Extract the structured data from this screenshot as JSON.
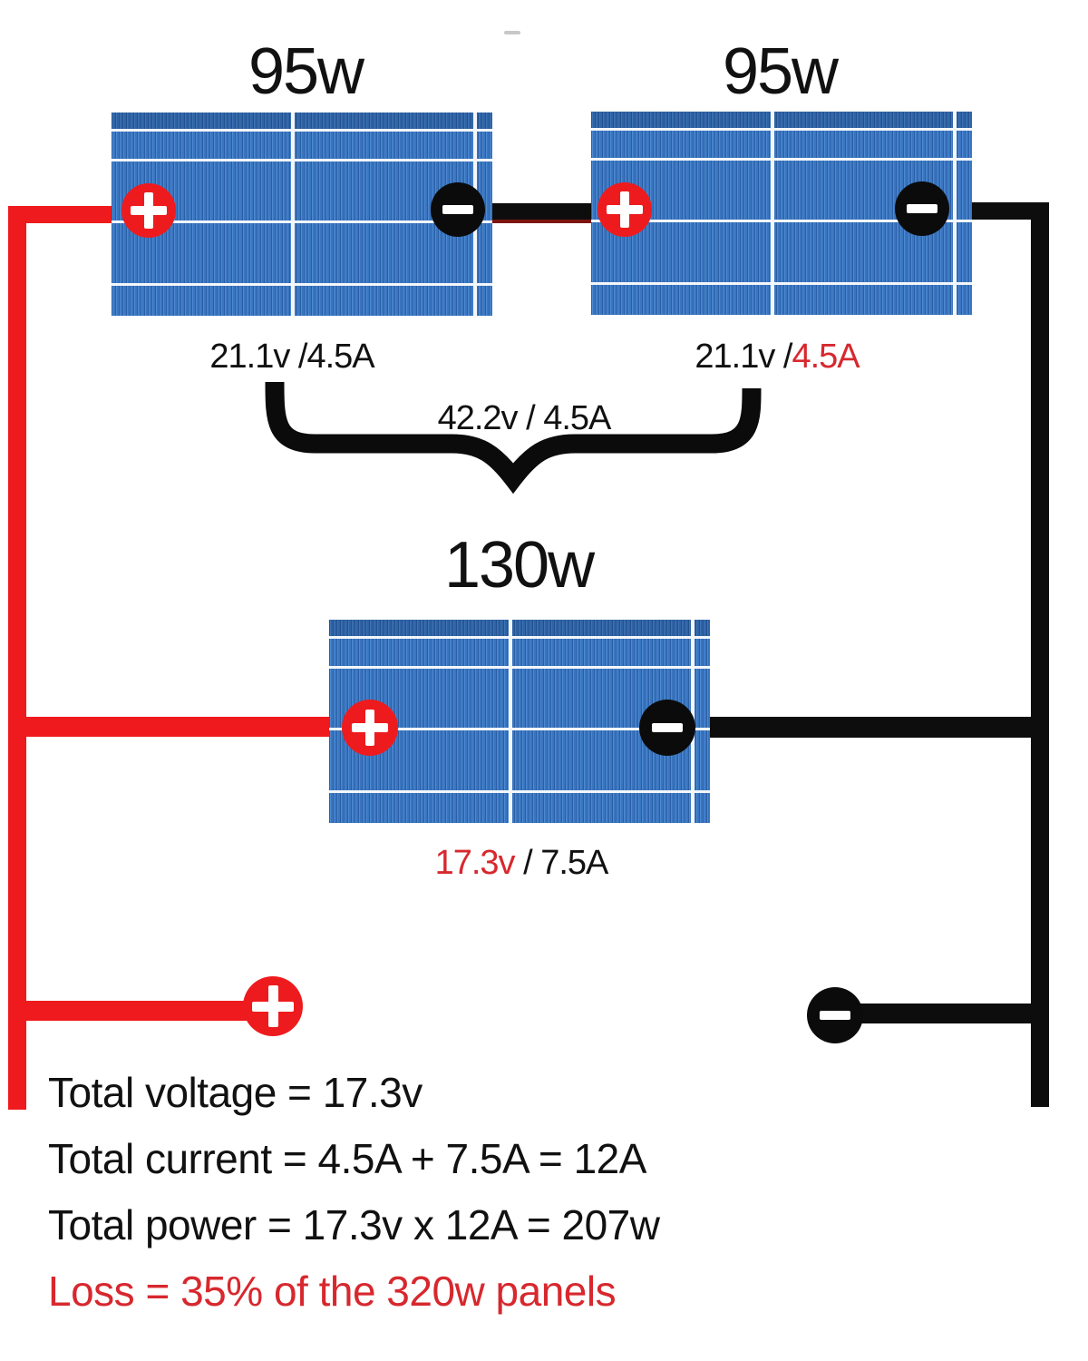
{
  "diagram_title": "",
  "panels": [
    {
      "name": "panel-95w-left",
      "wattage": "95w",
      "spec_parts": [
        {
          "text": "21.1v /",
          "color": "black"
        },
        {
          "text": "4.5A",
          "color": "black"
        }
      ]
    },
    {
      "name": "panel-95w-right",
      "wattage": "95w",
      "spec_parts": [
        {
          "text": "21.1v /",
          "color": "black"
        },
        {
          "text": "4.5A",
          "color": "red"
        }
      ]
    },
    {
      "name": "panel-130w",
      "wattage": "130w",
      "spec_parts": [
        {
          "text": "17.3v",
          "color": "red"
        },
        {
          "text": " / 7.5A",
          "color": "black"
        }
      ]
    }
  ],
  "series_combined_label": "42.2v / 4.5A",
  "terminals": {
    "positive_symbol": "+",
    "negative_symbol": "−"
  },
  "summary_lines": [
    {
      "text": "Total voltage = 17.3v",
      "color": "black"
    },
    {
      "text": "Total current = 4.5A + 7.5A = 12A",
      "color": "black"
    },
    {
      "text": "Total power = 17.3v x 12A = 207w",
      "color": "black"
    },
    {
      "text": "Loss = 35% of the 320w panels",
      "color": "red"
    }
  ],
  "colors": {
    "wire_red": "#ef1a1d",
    "wire_black": "#0d0d0d",
    "text_red": "#d7282e",
    "panel_blue": "#3a76c0"
  }
}
